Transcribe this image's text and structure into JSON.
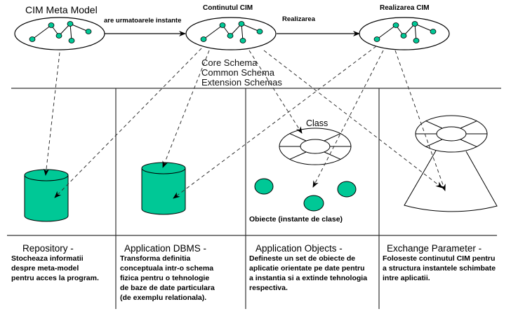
{
  "top": {
    "meta_model": {
      "title": "CIM Meta Model"
    },
    "content": {
      "title": "Continutul CIM"
    },
    "realization": {
      "title": "Realizarea CIM"
    },
    "arrow1_label": "are urmatoarele instante",
    "arrow2_label": "Realizarea",
    "schemas": [
      "Core Schema",
      "Common Schema",
      "Extension Schemas"
    ]
  },
  "middle": {
    "class_label": "Class",
    "objects_label": "Obiecte (instante de clase)"
  },
  "columns": [
    {
      "title": "Repository -",
      "lines": [
        "Stocheaza informatii",
        "despre meta-model",
        "pentru acces la program."
      ]
    },
    {
      "title": "Application DBMS -",
      "lines": [
        "Transforma definitia",
        "conceptuala intr-o schema",
        "fizica pentru o tehnologie",
        "de baze de date particulara",
        "(de exemplu relationala)."
      ]
    },
    {
      "title": "Application Objects -",
      "lines": [
        "Defineste un set de obiecte de",
        "aplicatie orientate pe date pentru",
        "a instantia si a extinde tehnologia",
        "respectiva."
      ]
    },
    {
      "title": "Exchange Parameter -",
      "lines": [
        "Foloseste continutul CIM pentru",
        "a structura instantele schimbate",
        "intre aplicatii."
      ]
    }
  ],
  "colors": {
    "node_fill": "#00c896",
    "db_fill": "#00c896",
    "stroke": "#000000",
    "dash": "#333333"
  }
}
